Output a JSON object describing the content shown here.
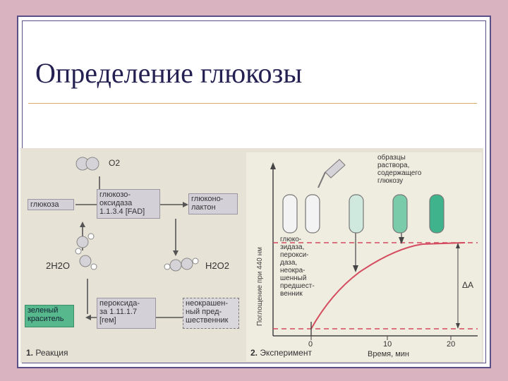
{
  "slide": {
    "title": "Определение глюкозы"
  },
  "reaction": {
    "o2": "O2",
    "glucose": "глюкоза",
    "oxidase_l1": "глюкозо-",
    "oxidase_l2": "оксидаза",
    "oxidase_l3": "1.1.3.4 [FAD]",
    "lactone_l1": "глюконо-",
    "lactone_l2": "лактон",
    "h2o2": "H2O2",
    "water": "2H2O",
    "dye_l1": "зеленый",
    "dye_l2": "краситель",
    "perox_l1": "пероксида-",
    "perox_l2": "за 1.11.1.7",
    "perox_l3": "[гем]",
    "precursor_l1": "неокрашен-",
    "precursor_l2": "ный пред-",
    "precursor_l3": "шественник",
    "caption_num": "1.",
    "caption_text": "Реакция"
  },
  "experiment": {
    "samples_l1": "образцы",
    "samples_l2": "раствора,",
    "samples_l3": "содержащего",
    "samples_l4": "глюкозу",
    "ylabel": "Поглощение при 440 нм",
    "reagent_l1": "глюко-",
    "reagent_l2": "зидаза,",
    "reagent_l3": "перокси-",
    "reagent_l4": "даза,",
    "reagent_l5": "неокра-",
    "reagent_l6": "шенный",
    "reagent_l7": "предшест-",
    "reagent_l8": "венник",
    "delta": "ΔA",
    "xtick0": "0",
    "xtick10": "10",
    "xtick20": "20",
    "caption_num": "2.",
    "caption_text": "Эксперимент",
    "xlabel": "Время, мин"
  },
  "colors": {
    "curve": "#d44b5e",
    "tube_green": "#3fb38c",
    "green_box": "#58b88d"
  }
}
